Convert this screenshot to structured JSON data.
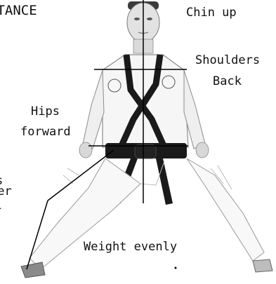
{
  "labels": {
    "title": "STANCE",
    "chin": "Chin up",
    "shoulders_line1": "Shoulders",
    "shoulders_line2": "Back",
    "hips_line1": "Hips",
    "hips_line2": "forward",
    "left_fragment_1": "s",
    "left_fragment_2": "ver",
    "left_fragment_3": "-",
    "weight": "Weight evenly"
  },
  "colors": {
    "ink": "#111111",
    "belt": "#1a1a1a",
    "uniform": "#f4f4f4",
    "skin": "#d9d9d9"
  }
}
